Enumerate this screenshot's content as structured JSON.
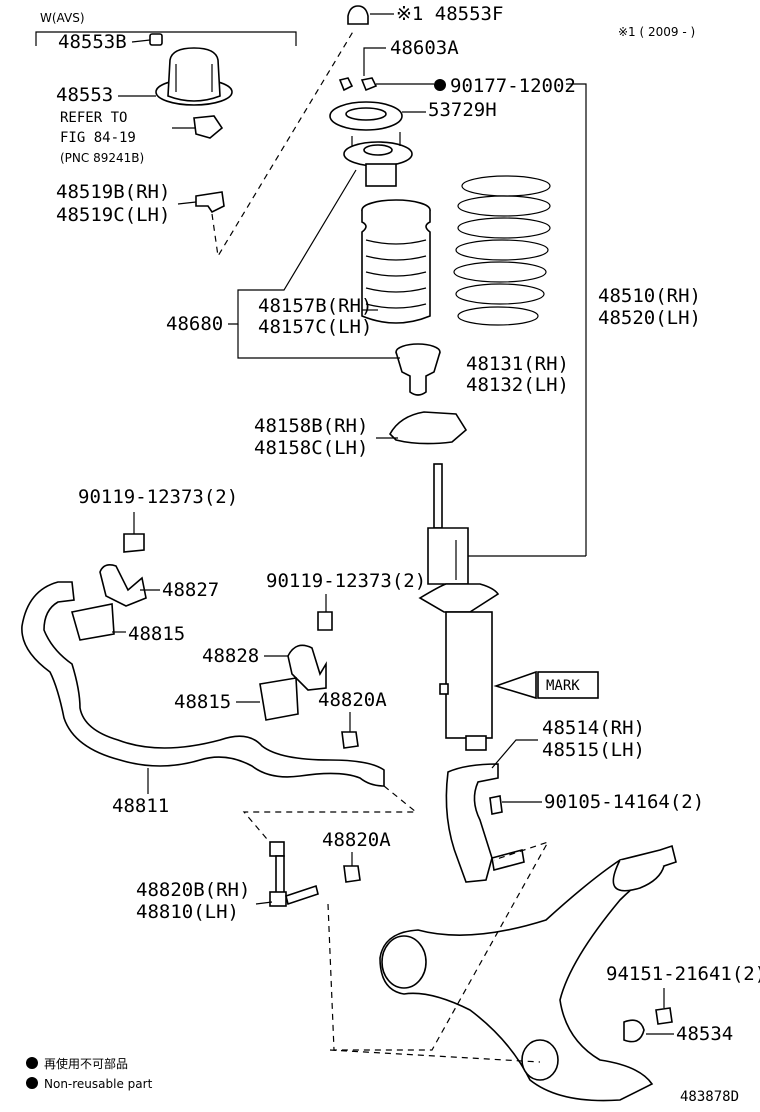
{
  "header": {
    "variant_note": "W(AVS)",
    "year_note": "※1 ( 2009 -      )"
  },
  "labels": {
    "p48553F": "※1 48553F",
    "p48553B": "48553B",
    "p48603A": "48603A",
    "p90177": "90177-12002",
    "p53729H": "53729H",
    "p48553": "48553",
    "refer_line1": "REFER TO",
    "refer_line2": "FIG 84-19",
    "refer_line3": "(PNC 89241B)",
    "p48519B": "48519B(RH)",
    "p48519C": "48519C(LH)",
    "p48680": "48680",
    "p48157B": "48157B(RH)",
    "p48157C": "48157C(LH)",
    "p48510": "48510(RH)",
    "p48520": "48520(LH)",
    "p48131": "48131(RH)",
    "p48132": "48132(LH)",
    "p48158B": "48158B(RH)",
    "p48158C": "48158C(LH)",
    "p90119a": "90119-12373(2)",
    "p48827": "48827",
    "p90119b": "90119-12373(2)",
    "p48815a": "48815",
    "p48828": "48828",
    "mark": "MARK",
    "p48815b": "48815",
    "p48820A_a": "48820A",
    "p48514": "48514(RH)",
    "p48515": "48515(LH)",
    "p48811": "48811",
    "p90105": "90105-14164(2)",
    "p48820A_b": "48820A",
    "p48820B": "48820B(RH)",
    "p48810": "48810(LH)",
    "p94151": "94151-21641(2)",
    "p48534": "48534"
  },
  "legend": {
    "jp": "再使用不可部品",
    "en": "Non-reusable part"
  },
  "figure_id": "483878D"
}
